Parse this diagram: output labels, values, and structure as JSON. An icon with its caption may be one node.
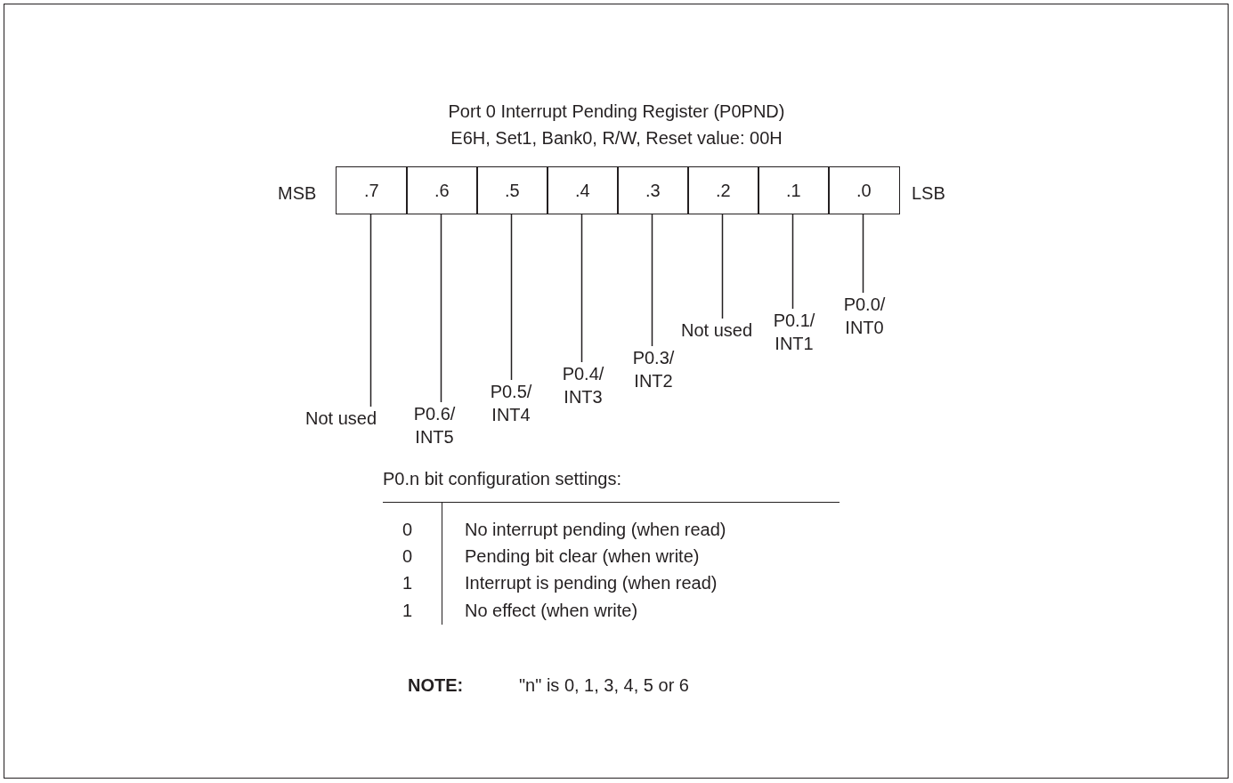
{
  "diagram": {
    "title": "Port 0 Interrupt Pending Register (P0PND)",
    "nodes": [
      {
        "text": [
          ".7"
        ]
      },
      {
        "text": [
          ".6"
        ]
      },
      {
        "text": [
          ".5"
        ]
      },
      {
        "text": [
          ".4"
        ]
      },
      {
        "text": [
          ".3"
        ]
      },
      {
        "text": [
          ".2"
        ]
      },
      {
        "text": [
          ".1"
        ]
      },
      {
        "text": [
          ".0"
        ]
      },
      {
        "text": [
          "Not used"
        ]
      },
      {
        "text": [
          "P0.6/ INT5"
        ]
      },
      {
        "text": [
          "P0.5/ INT4"
        ]
      },
      {
        "text": [
          "P0.4/ INT3"
        ]
      },
      {
        "text": [
          "P0.3/ INT2"
        ]
      },
      {
        "text": [
          "Not used"
        ]
      },
      {
        "text": [
          "P0.1/ INT1"
        ]
      },
      {
        "text": [
          "P0.0/ INT0"
        ]
      }
    ],
    "edges": [
      {
        "from": 8,
        "to": 0,
        "arrow": "none"
      },
      {
        "from": 9,
        "to": 1,
        "arrow": "none"
      },
      {
        "from": 10,
        "to": 2,
        "arrow": "none"
      },
      {
        "from": 11,
        "to": 3,
        "arrow": "none"
      },
      {
        "from": 12,
        "to": 4,
        "arrow": "none"
      },
      {
        "from": 13,
        "to": 5,
        "arrow": "none"
      },
      {
        "from": 14,
        "to": 6,
        "arrow": "none"
      },
      {
        "from": 15,
        "to": 7,
        "arrow": "none"
      }
    ],
    "labels": [
      "E6H, Set1, Bank0, R/W, Reset value: 00H",
      "MSB",
      "LSB",
      "P0.n bit configuration settings:",
      "0",
      "No interrupt pending (when read)",
      "0",
      "Pending bit clear (when write)",
      "1",
      "Interrupt is pending (when read)",
      "1",
      "No effect (when write)",
      "NOTE:",
      "\"n\" is 0, 1, 3, 4, 5 or 6"
    ]
  }
}
